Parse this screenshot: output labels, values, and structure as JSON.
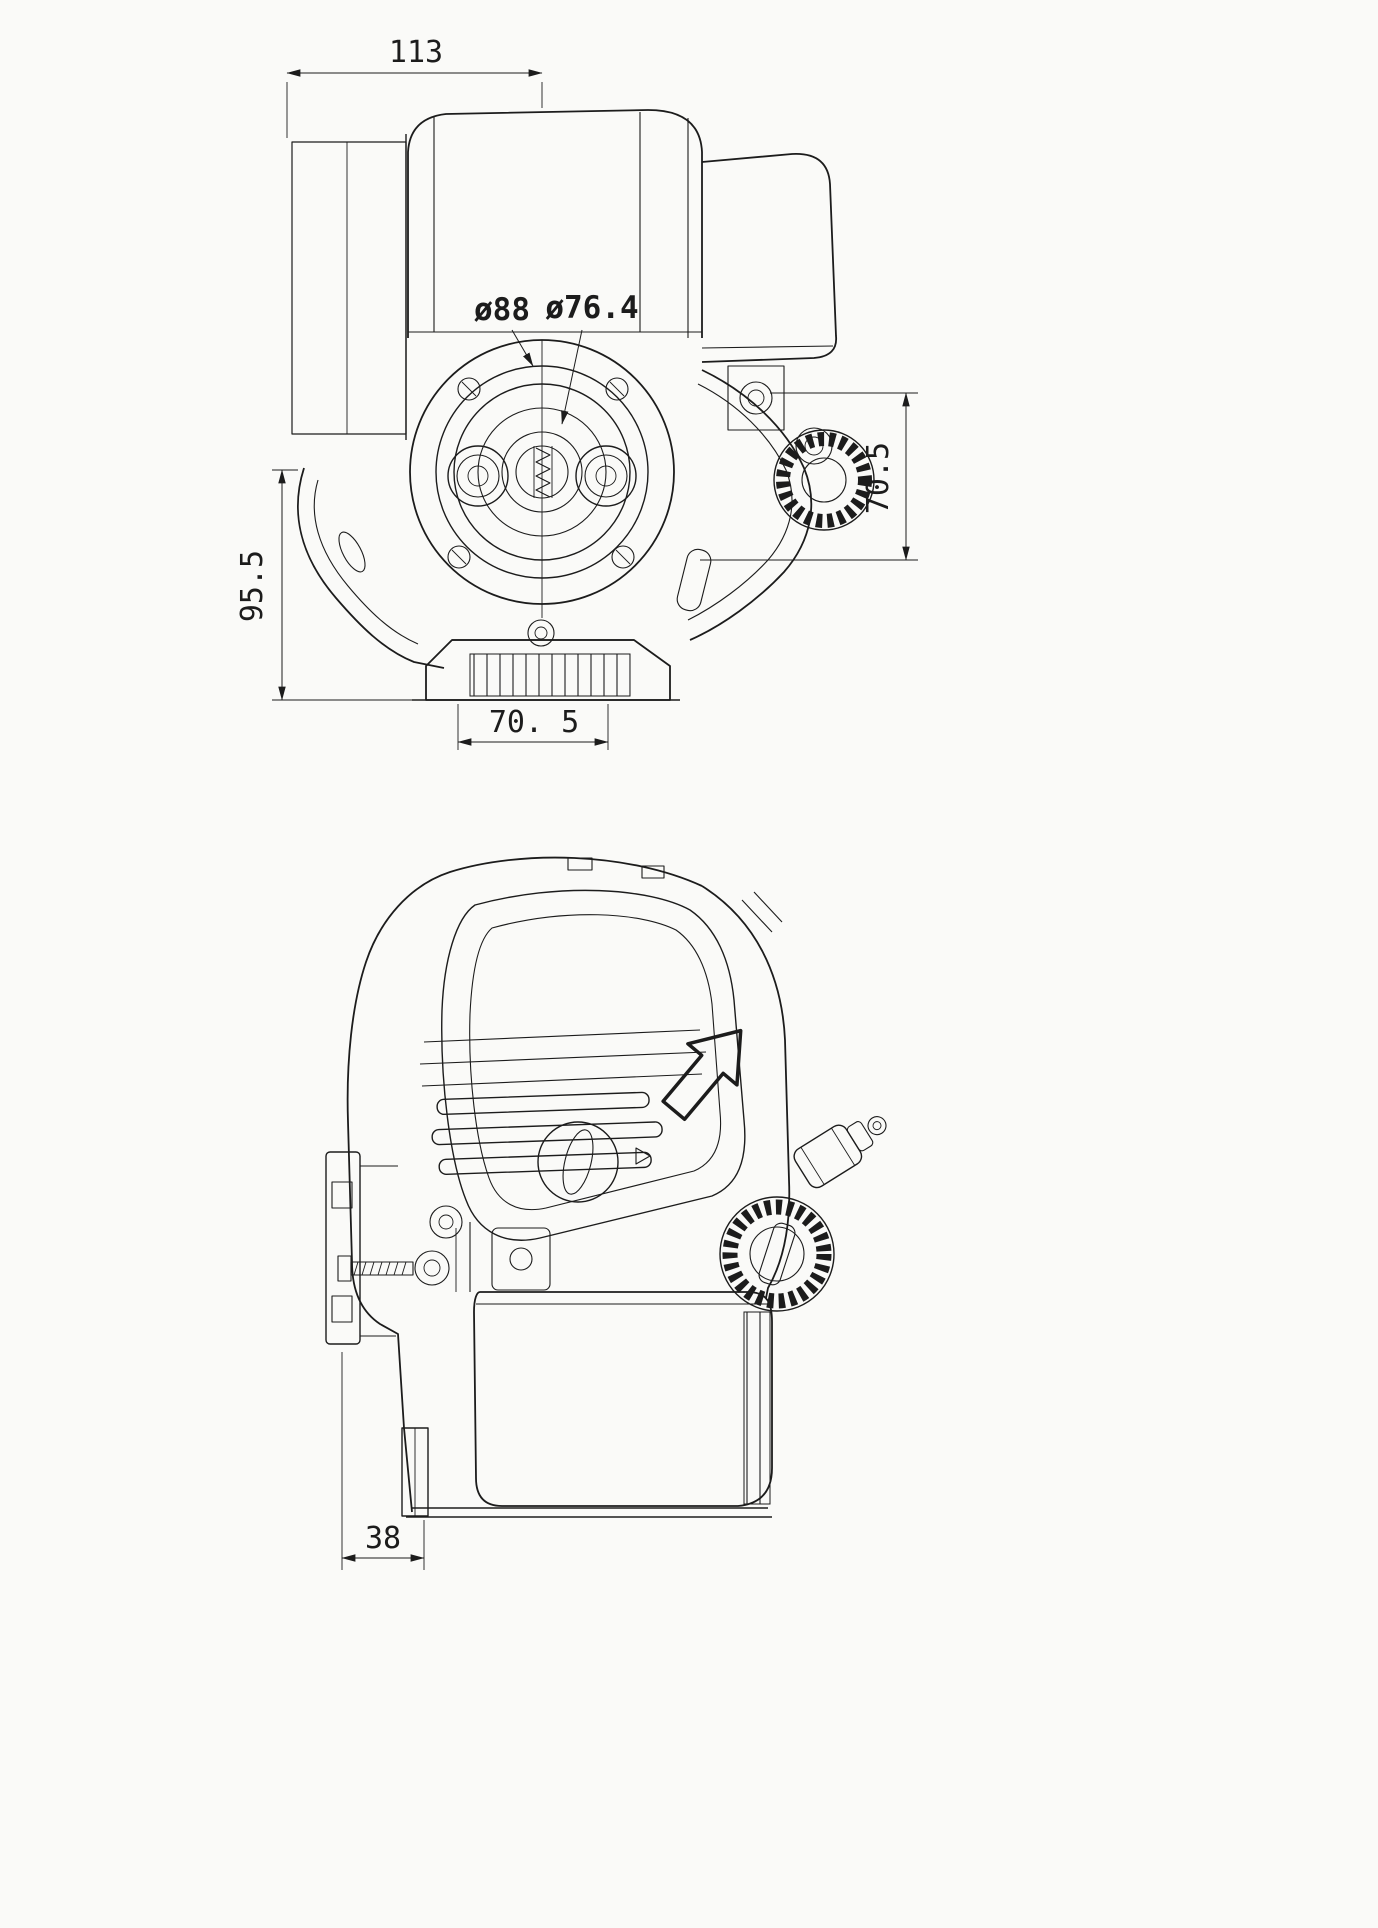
{
  "colors": {
    "ink": "#1c1c1c",
    "paper": "#fafaf8"
  },
  "dimensions": {
    "front_width_top": "113",
    "front_bore_outer": "ø88",
    "front_bore_inner": "ø76.4",
    "front_height_right": "70.5",
    "front_height_left": "95.5",
    "front_width_bottom": "70. 5",
    "side_width_bottom": "38"
  }
}
